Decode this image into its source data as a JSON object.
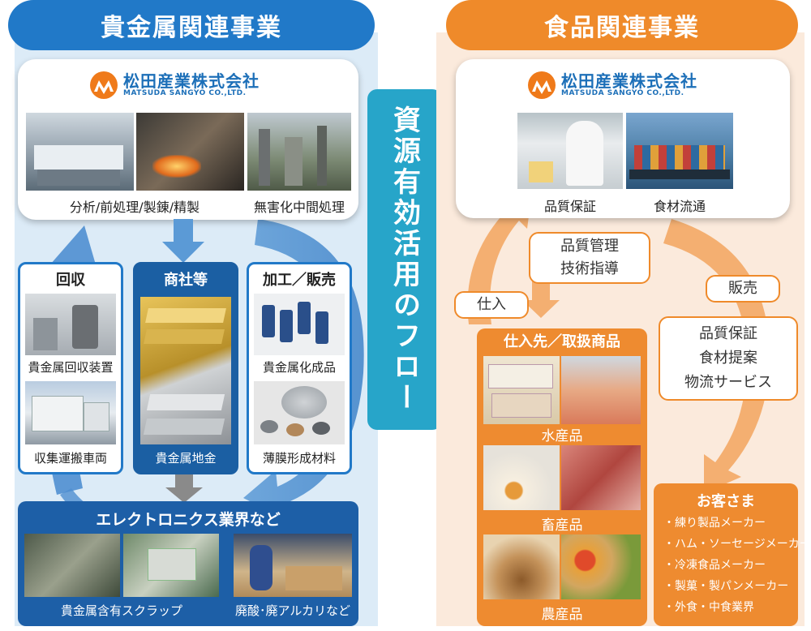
{
  "left": {
    "header": "貴金属関連事業",
    "company": {
      "name": "松田産業株式会社",
      "sub": "MATSUDA SANGYO CO.,LTD."
    },
    "top_captions": [
      "分析/前処理/製錬/精製",
      "無害化中間処理"
    ],
    "columns": [
      {
        "title": "回収",
        "captions": [
          "貴金属回収装置",
          "収集運搬車両"
        ]
      },
      {
        "title": "商社等",
        "captions": [
          "貴金属地金"
        ]
      },
      {
        "title": "加工／販売",
        "captions": [
          "貴金属化成品",
          "薄膜形成材料"
        ]
      }
    ],
    "band": {
      "title": "エレクトロニクス業界など",
      "captions": [
        "貴金属含有スクラップ",
        "廃酸･廃アルカリなど"
      ]
    }
  },
  "center": {
    "label": "資源有効活用のフロー"
  },
  "right": {
    "header": "食品関連事業",
    "company": {
      "name": "松田産業株式会社",
      "sub": "MATSUDA SANGYO CO.,LTD."
    },
    "top_captions": [
      "品質保証",
      "食材流通"
    ],
    "quality_box": [
      "品質管理",
      "技術指導"
    ],
    "purchase_label": "仕入",
    "sales_label": "販売",
    "service_box": [
      "品質保証",
      "食材提案",
      "物流サービス"
    ],
    "supplier": {
      "title": "仕入先／取扱商品",
      "captions": [
        "水産品",
        "畜産品",
        "農産品"
      ]
    },
    "customers": {
      "title": "お客さま",
      "items": [
        "・練り製品メーカー",
        "・ハム・ソーセージメーカー",
        "・冷凍食品メーカー",
        "・製菓・製パンメーカー",
        "・外食・中食業界"
      ]
    }
  },
  "colors": {
    "blue": "#2179c8",
    "orange": "#ef8a2a",
    "teal": "#27a5c9"
  },
  "icons": [
    "logo-mark-icon",
    "arrow-icon"
  ]
}
